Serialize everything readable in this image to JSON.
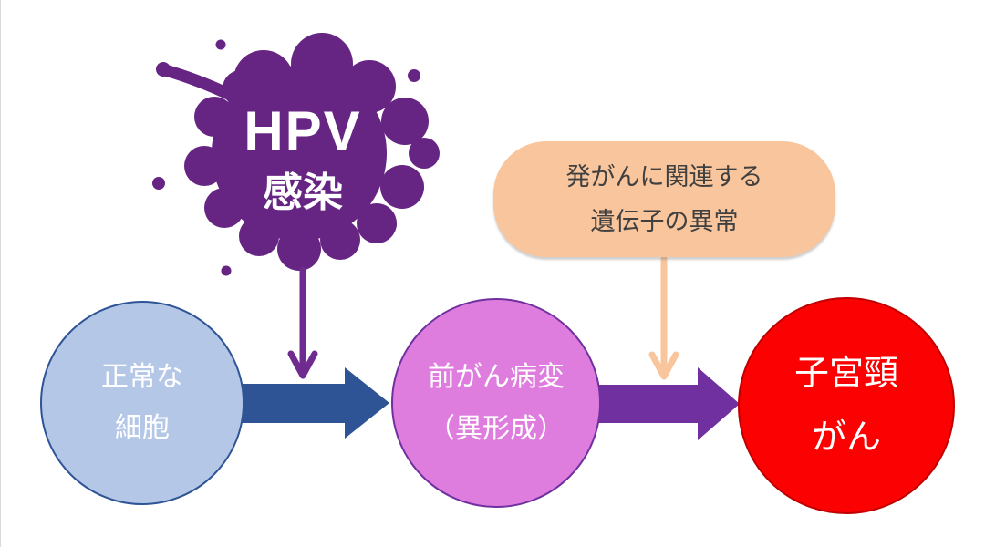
{
  "slide": {
    "background": "#FFFFFF",
    "left_edge_color": "#D9D9D9"
  },
  "splat": {
    "line1": "HPV",
    "line2": "感染",
    "color": "#662483",
    "text_color": "#FFFFFF"
  },
  "callout": {
    "line1": "発がんに関連する",
    "line2": "遺伝子の異常",
    "background": "#F9C59C",
    "text_color": "#404040"
  },
  "stages": [
    {
      "line1": "正常な",
      "line2": "細胞",
      "fill": "#B4C7E7",
      "border": "#2F5496",
      "text_color": "#FFFFFF"
    },
    {
      "line1": "前がん病変",
      "line2": "（異形成）",
      "fill": "#DF7DDE",
      "border": "#7030A0",
      "text_color": "#FFFFFF"
    },
    {
      "line1": "子宮頸",
      "line2": "がん",
      "fill": "#FC0101",
      "border": "#C00000",
      "text_color": "#FFFFFF"
    }
  ],
  "arrows": {
    "hpv_down": {
      "color": "#6F2B90"
    },
    "gene_down": {
      "color": "#F9C59C"
    },
    "stage1_to_2": {
      "color": "#2F5496"
    },
    "stage2_to_3": {
      "color": "#7030A0"
    }
  }
}
